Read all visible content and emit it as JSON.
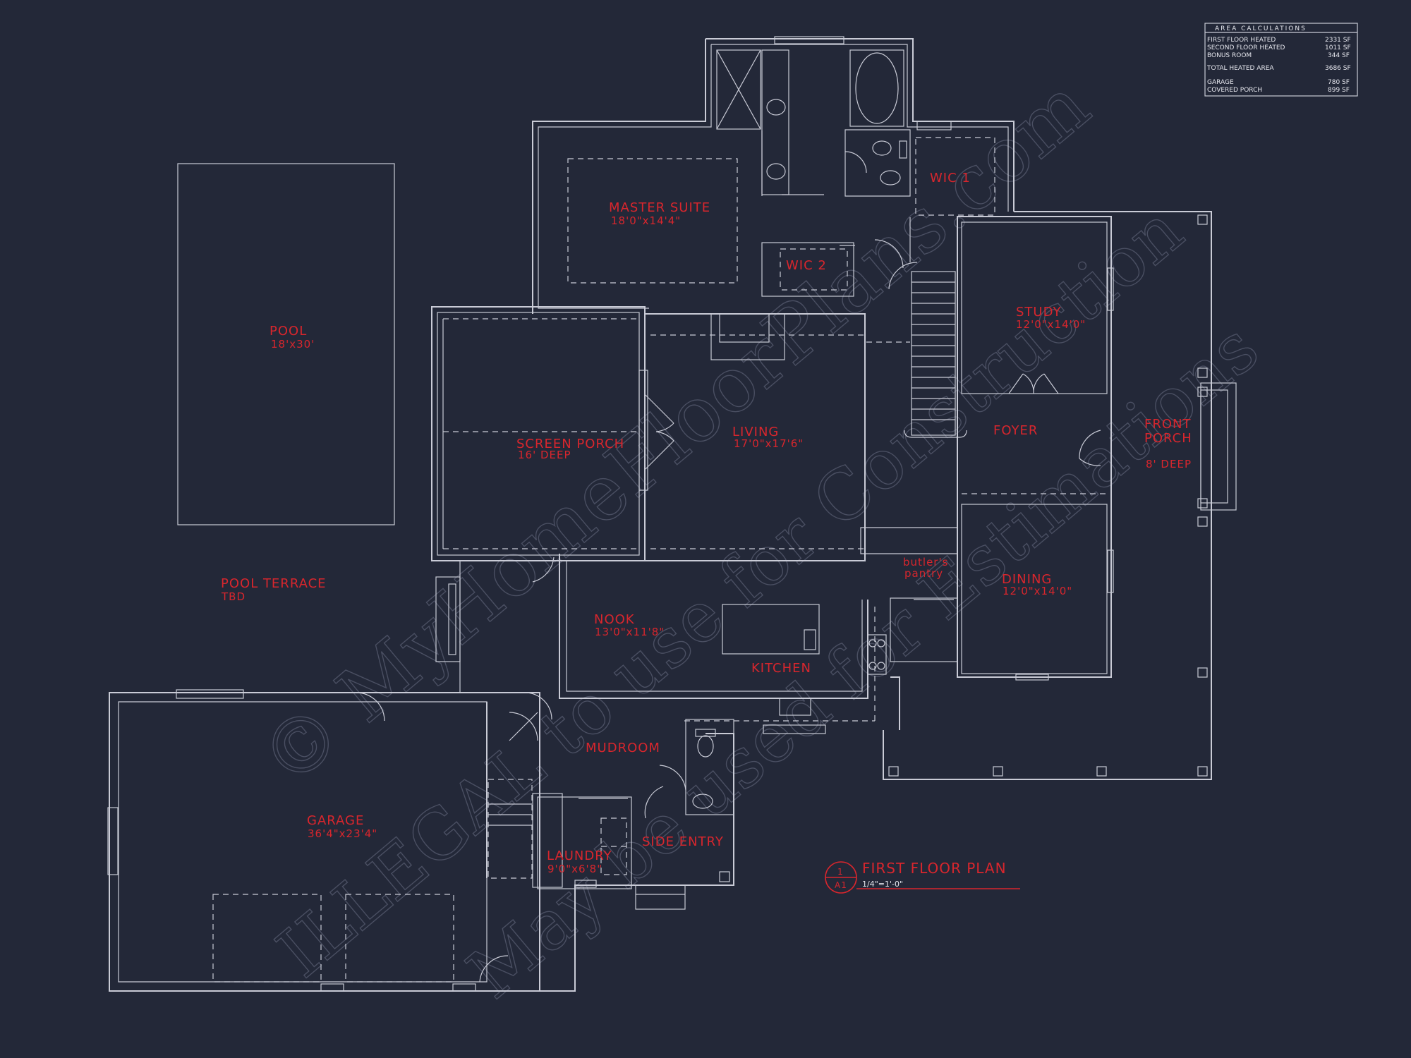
{
  "area_calculations": {
    "title": "AREA CALCULATIONS",
    "rows": [
      {
        "label": "FIRST FLOOR HEATED",
        "value": "2331 SF"
      },
      {
        "label": "SECOND FLOOR HEATED",
        "value": "1011 SF"
      },
      {
        "label": "BONUS ROOM",
        "value": "344 SF"
      },
      {
        "label": "TOTAL HEATED AREA",
        "value": "3686 SF"
      },
      {
        "label": "GARAGE",
        "value": "780 SF"
      },
      {
        "label": "COVERED PORCH",
        "value": "899 SF"
      }
    ]
  },
  "rooms": {
    "master_suite": {
      "name": "MASTER SUITE",
      "dim": "18'0\"x14'4\""
    },
    "wic1": {
      "name": "WIC 1"
    },
    "wic2": {
      "name": "WIC 2"
    },
    "study": {
      "name": "STUDY",
      "dim": "12'0\"x14'0\""
    },
    "pool": {
      "name": "POOL",
      "dim": "18'x30'"
    },
    "screen_porch": {
      "name": "SCREEN PORCH",
      "dim": "16' DEEP"
    },
    "living": {
      "name": "LIVING",
      "dim": "17'0\"x17'6\""
    },
    "foyer": {
      "name": "FOYER"
    },
    "front_porch": {
      "name1": "FRONT",
      "name2": "PORCH",
      "dim": "8' DEEP"
    },
    "butlers_pantry": {
      "line1": "butler's",
      "line2": "pantry"
    },
    "dining": {
      "name": "DINING",
      "dim": "12'0\"x14'0\""
    },
    "pool_terrace": {
      "name": "POOL TERRACE",
      "dim": "TBD"
    },
    "nook": {
      "name": "NOOK",
      "dim": "13'0\"x11'8\""
    },
    "kitchen": {
      "name": "KITCHEN"
    },
    "mudroom": {
      "name": "MUDROOM"
    },
    "garage": {
      "name": "GARAGE",
      "dim": "36'4\"x23'4\""
    },
    "laundry": {
      "name": "LAUNDRY",
      "dim": "9'0\"x6'8\""
    },
    "side_entry": {
      "name": "SIDE ENTRY"
    }
  },
  "drawing_title": {
    "number": "1",
    "sheet": "A1",
    "title": "FIRST FLOOR PLAN",
    "scale": "1/4\"=1'-0\""
  },
  "watermark": {
    "line1": "© MyHomeFloorPlans.com",
    "line2": "ILLEGAL to use for Construction",
    "line3": "May be used for Estimations"
  },
  "colors": {
    "background": "#232838",
    "linework": "#c9cbd6",
    "labels": "#d8262d"
  }
}
